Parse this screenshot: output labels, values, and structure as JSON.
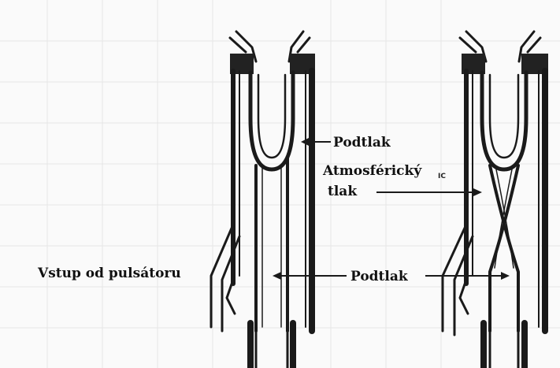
{
  "labels": {
    "podtlak_top": "Podtlak",
    "atmospheric_line1": "Atmosférický",
    "atmospheric_mark": "IC",
    "atmospheric_line2": "tlak",
    "pulsator_input": "Vstup od pulsátoru",
    "podtlak_bottom": "Podtlak"
  },
  "colors": {
    "ink": "#1a1a1a",
    "grid": "#e6e6e6",
    "background": "#fafafa"
  }
}
